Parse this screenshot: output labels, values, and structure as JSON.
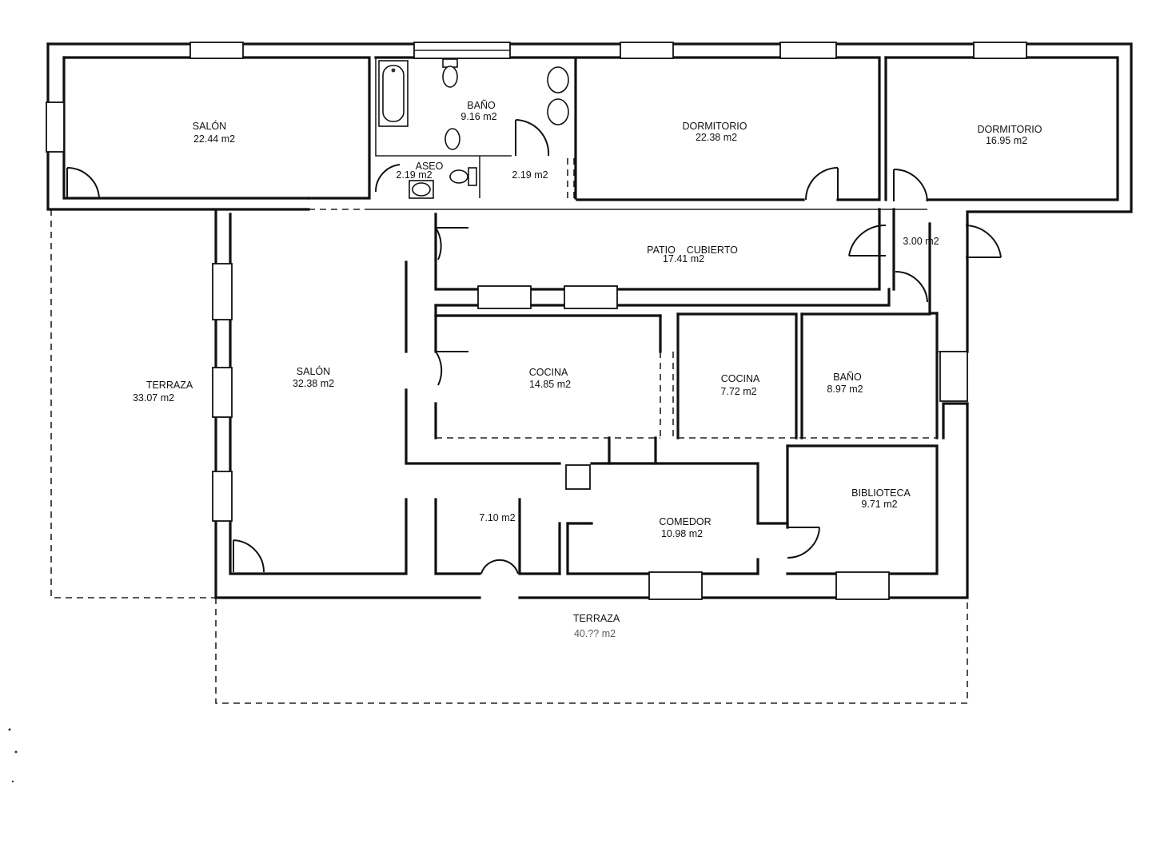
{
  "rooms": [
    {
      "id": "salon-1",
      "name": "SALÓN",
      "area": "22.44 m2"
    },
    {
      "id": "bano-1",
      "name": "BAÑO",
      "area": "9.16 m2"
    },
    {
      "id": "aseo",
      "name": "ASEO",
      "area": "2.19 m2"
    },
    {
      "id": "hall-small",
      "name": "",
      "area": "2.19 m2"
    },
    {
      "id": "dormitorio-1",
      "name": "DORMITORIO",
      "area": "22.38 m2"
    },
    {
      "id": "dormitorio-2",
      "name": "DORMITORIO",
      "area": "16.95 m2"
    },
    {
      "id": "patio",
      "name": "PATIO    CUBIERTO",
      "area": "17.41 m2"
    },
    {
      "id": "vestibulo",
      "name": "",
      "area": "3.00 m2"
    },
    {
      "id": "terraza-1",
      "name": "TERRAZA",
      "area": "33.07 m2"
    },
    {
      "id": "salon-2",
      "name": "SALÓN",
      "area": "32.38 m2"
    },
    {
      "id": "cocina-1",
      "name": "COCINA",
      "area": "14.85 m2"
    },
    {
      "id": "cocina-2",
      "name": "COCINA",
      "area": "7.72 m2"
    },
    {
      "id": "bano-2",
      "name": "BAÑO",
      "area": "8.97 m2"
    },
    {
      "id": "biblioteca",
      "name": "BIBLIOTECA",
      "area": "9.71 m2"
    },
    {
      "id": "entrada",
      "name": "",
      "area": "7.10 m2"
    },
    {
      "id": "comedor",
      "name": "COMEDOR",
      "area": "10.98 m2"
    },
    {
      "id": "terraza-2",
      "name": "TERRAZA",
      "area": "40.?? m2"
    }
  ]
}
